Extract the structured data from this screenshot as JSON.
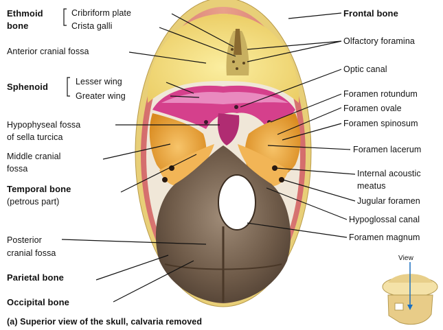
{
  "labels": {
    "ethmoid_bone_line1": "Ethmoid",
    "ethmoid_bone_line2": "bone",
    "cribriform_plate": "Cribriform plate",
    "crista_galli": "Crista galli",
    "anterior_cranial_fossa": "Anterior cranial fossa",
    "sphenoid": "Sphenoid",
    "lesser_wing": "Lesser wing",
    "greater_wing": "Greater wing",
    "hypophyseal_line1": "Hypophyseal fossa",
    "hypophyseal_line2": "of sella turcica",
    "middle_cranial_line1": "Middle cranial",
    "middle_cranial_line2": "fossa",
    "temporal_bone": "Temporal bone",
    "temporal_petrous": "(petrous part)",
    "posterior_cranial_line1": "Posterior",
    "posterior_cranial_line2": "cranial fossa",
    "parietal_bone": "Parietal bone",
    "occipital_bone": "Occipital bone",
    "frontal_bone": "Frontal bone",
    "olfactory_foramina": "Olfactory foramina",
    "optic_canal": "Optic canal",
    "foramen_rotundum": "Foramen rotundum",
    "foramen_ovale": "Foramen ovale",
    "foramen_spinosum": "Foramen spinosum",
    "foramen_lacerum": "Foramen lacerum",
    "internal_acoustic_line1": "Internal acoustic",
    "internal_acoustic_line2": "meatus",
    "jugular_foramen": "Jugular foramen",
    "hypoglossal_canal": "Hypoglossal canal",
    "foramen_magnum": "Foramen magnum",
    "view": "View"
  },
  "caption": "(a) Superior view of the skull, calvaria removed",
  "colors": {
    "skull_rim": "#e9d37a",
    "frontal": "#f3e08a",
    "sphenoid": "#d23a86",
    "temporal": "#e59a2a",
    "occipital": "#6e5a4a",
    "parietal_rim": "#d45a5a"
  }
}
